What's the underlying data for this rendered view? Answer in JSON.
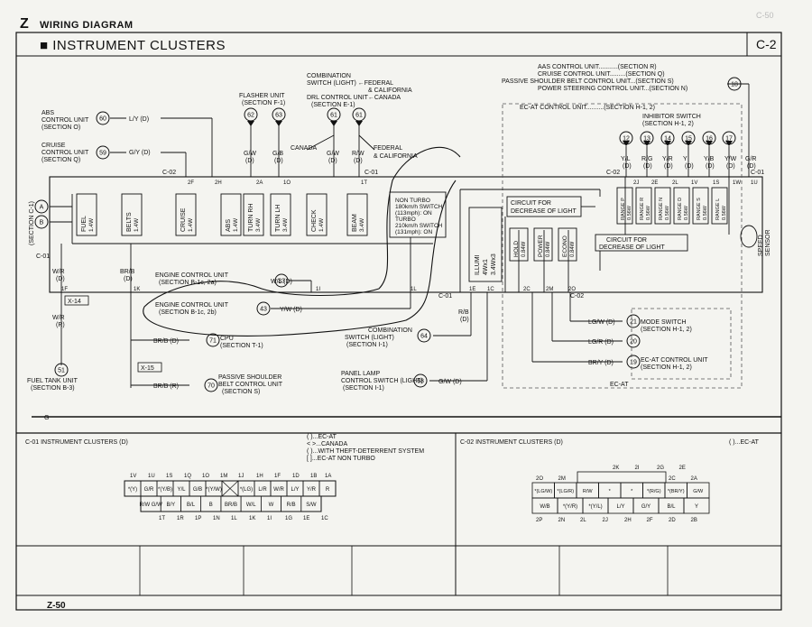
{
  "header": {
    "letter": "Z",
    "title": "WIRING DIAGRAM",
    "section": "INSTRUMENT CLUSTERS",
    "code": "C-2",
    "page": "Z-50"
  },
  "top_units": {
    "combo": [
      "COMBINATION",
      "SWITCH (LIGHT) ←FEDERAL",
      "& CALIFORNIA",
      "DRL CONTROL UNIT←CANADA",
      "(SECTION E-1)"
    ],
    "flasher": [
      "FLASHER UNIT",
      "(SECTION F-1)"
    ],
    "aas": [
      "AAS CONTROL UNIT...........(SECTION R)",
      "CRUISE CONTROL UNIT.........(SECTION Q)",
      "PASSIVE SHOULDER BELT CONTROL UNIT...(SECTION S)",
      "POWER STEERING CONTROL UNIT...(SECTION N)"
    ],
    "ecat": "EC-AT CONTROL UNIT..........(SECTION H-1, 2)",
    "inhibitor": [
      "INHIBITOR SWITCH",
      "(SECTION H-1, 2)"
    ]
  },
  "left_units": {
    "abs": [
      "ABS",
      "CONTROL UNIT",
      "(SECTION O)"
    ],
    "cruise": [
      "CRUISE",
      "CONTROL UNIT",
      "(SECTION Q)"
    ],
    "section_c1": "(SECTION C-1)",
    "abs_wire": "L/Y (D)",
    "cruise_wire": "G/Y (D)"
  },
  "connectors": [
    "60",
    "59",
    "62",
    "63",
    "61",
    "61",
    "18",
    "12",
    "13",
    "14",
    "15",
    "16",
    "17",
    "A",
    "B"
  ],
  "inhibitor_wires": [
    "Y/L",
    "R/G",
    "Y/R",
    "Y",
    "Y/B",
    "Y/W",
    "G/R"
  ],
  "inhibitor_d": "(D)",
  "top_wires": {
    "flash1": "G/W",
    "flash2": "G/B",
    "combo1": "G/W",
    "combo2": "R/W",
    "d": "(D)",
    "canada": "CANADA",
    "federal": "FEDERAL",
    "calif": "& CALIFORNIA"
  },
  "c_labels": {
    "c02": "C-02",
    "c01": "C-01",
    "c01b": "C-01",
    "c02b": "C-02",
    "c01c": "C-01"
  },
  "pins_top": [
    "2F",
    "2H",
    "2A",
    "1O",
    "1T",
    "2J",
    "2E",
    "2L",
    "1V",
    "1S",
    "1W",
    "1U"
  ],
  "pins_bot": [
    "1F",
    "1K",
    "1I",
    "1L",
    "1E",
    "1C",
    "2C",
    "2M",
    "2O"
  ],
  "lamps": [
    {
      "name": "FUEL",
      "w": "1.4W"
    },
    {
      "name": "BELTS",
      "w": "1.4W"
    },
    {
      "name": "CRUISE",
      "w": "1.4W"
    },
    {
      "name": "ABS",
      "w": "1.4W"
    },
    {
      "name": "TURN RH",
      "w": "3.4W"
    },
    {
      "name": "TURN LH",
      "w": "3.4W"
    },
    {
      "name": "CHECK",
      "w": "1.4W"
    },
    {
      "name": "BEAM",
      "w": "3.4W"
    }
  ],
  "turbo": [
    "NON TURBO",
    "180km/h SWITCH",
    "(113mph): ON",
    "TURBO",
    "210km/h SWITCH",
    "(131mph): ON"
  ],
  "illumi": [
    "ILLUMI",
    "4Wx1",
    "3.4Wx3"
  ],
  "decrease": [
    "CIRCUIT FOR",
    "DECREASE OF LIGHT"
  ],
  "decrease2": [
    "CIRCUIT FOR",
    "DECREASE OF LIGHT"
  ],
  "hold_lamps": [
    {
      "name": "HOLD",
      "w": "0.84W"
    },
    {
      "name": "POWER",
      "w": "0.84W"
    },
    {
      "name": "ECONO",
      "w": "0.84W"
    }
  ],
  "range_lamps": [
    {
      "name": "RANGE P",
      "w": "0.56W"
    },
    {
      "name": "RANGE R",
      "w": "0.56W"
    },
    {
      "name": "RANGE N",
      "w": "0.56W"
    },
    {
      "name": "RANGE D",
      "w": "0.56W"
    },
    {
      "name": "RANGE S",
      "w": "0.56W"
    },
    {
      "name": "RANGE L",
      "w": "0.56W"
    }
  ],
  "speed_sensor": [
    "SPEED",
    "SENSOR"
  ],
  "lower": {
    "wr": "W/R",
    "d": "(D)",
    "x14": "X-14",
    "wr2": "W/R",
    "r": "(R)",
    "conn51": "51",
    "fuel_tank": [
      "FUEL TANK UNIT",
      "(SECTION B-3)"
    ],
    "brb": "BR/B",
    "brb_d": "(D)",
    "x15": "X-15",
    "ecu1": [
      "ENGINE CONTROL UNIT",
      "(SECTION B-1c, 2a)"
    ],
    "ecu1_conn": "33",
    "ecu1_wire": "W/L (D)",
    "ecu2": [
      "ENGINE CONTROL UNIT",
      "(SECTION B-1c, 2b)"
    ],
    "ecu2_conn": "43",
    "ecu2_wire": "Y/W (D)",
    "cpu_wire": "BR/B (D)",
    "cpu_conn": "71",
    "cpu": [
      "CPU",
      "(SECTION T-1)"
    ],
    "psb_wire": "BR/B (R)",
    "psb_conn": "70",
    "psb": [
      "PASSIVE SHOULDER",
      "BELT CONTROL UNIT",
      "(SECTION S)"
    ],
    "combo_sw": [
      "COMBINATION",
      "SWITCH (LIGHT)",
      "(SECTION I-1)"
    ],
    "combo_conn": "64",
    "rb": "R/B",
    "rb_d": "(D)",
    "panel": [
      "PANEL LAMP",
      "CONTROL SWITCH (LIGHT)",
      "(SECTION I-1)"
    ],
    "panel_conn": "68",
    "panel_wire": "G/W (D)",
    "mode_wire": "LG/W (D)",
    "mode_conn": "21",
    "mode": [
      "MODE SWITCH",
      "(SECTION H-1, 2)"
    ],
    "lgr_wire": "LG/R (D)",
    "lgr_conn": "20",
    "bry_wire": "BR/Y (D)",
    "bry_conn": "19",
    "ecat2": [
      "EC-AT CONTROL UNIT",
      "(SECTION H-1, 2)"
    ],
    "ecat_lbl": "EC-AT",
    "ground": "G"
  },
  "c01_panel": {
    "title": "C-01 INSTRUMENT CLUSTERS (D)",
    "legend": [
      "(    )...EC-AT",
      "<  >...CANADA",
      "(    )...WITH THEFT-DETERRENT SYSTEM",
      "[    ]...EC-AT NON TURBO"
    ],
    "top_pins": [
      "1V",
      "1U",
      "1S",
      "1Q",
      "1O",
      "1M",
      "1J",
      "1H",
      "1F",
      "1D",
      "1B"
    ],
    "row1": [
      "*(Y)",
      "G/R",
      "*(Y/B)",
      "Y/L",
      "G/B",
      "*(Y/W)",
      "",
      "*(LG)",
      "L/R",
      "W/R",
      "L/Y",
      "Y/R",
      "R"
    ],
    "row2": [
      "R/W G/W",
      "B/Y",
      "B/L",
      "B",
      "BR/B",
      "W/L",
      "W",
      "R/B",
      "S/W"
    ],
    "bot_pins": [
      "1T",
      "1R",
      "1P",
      "1N",
      "1L",
      "1K",
      "1I",
      "1G",
      "1E",
      "1C"
    ],
    "right_pins": [
      "1A"
    ]
  },
  "c02_panel": {
    "title": "C-02 INSTRUMENT CLUSTERS (D)",
    "legend": "(    )...EC-AT",
    "top_pins": [
      "2O",
      "2M",
      "2K",
      "2I",
      "2G",
      "2E",
      "2C",
      "2A"
    ],
    "row1": [
      "*(LG/W)",
      "*(LG/R)",
      "R/W",
      "*",
      "*",
      "*(R/G)",
      "*(BR/Y)",
      "G/W"
    ],
    "row2": [
      "W/B",
      "*(Y/R)",
      "*(Y/L)",
      "L/Y",
      "G/Y",
      "B/L",
      "Y"
    ],
    "bot_pins": [
      "2P",
      "2N",
      "2L",
      "2J",
      "2H",
      "2F",
      "2D",
      "2B"
    ]
  }
}
